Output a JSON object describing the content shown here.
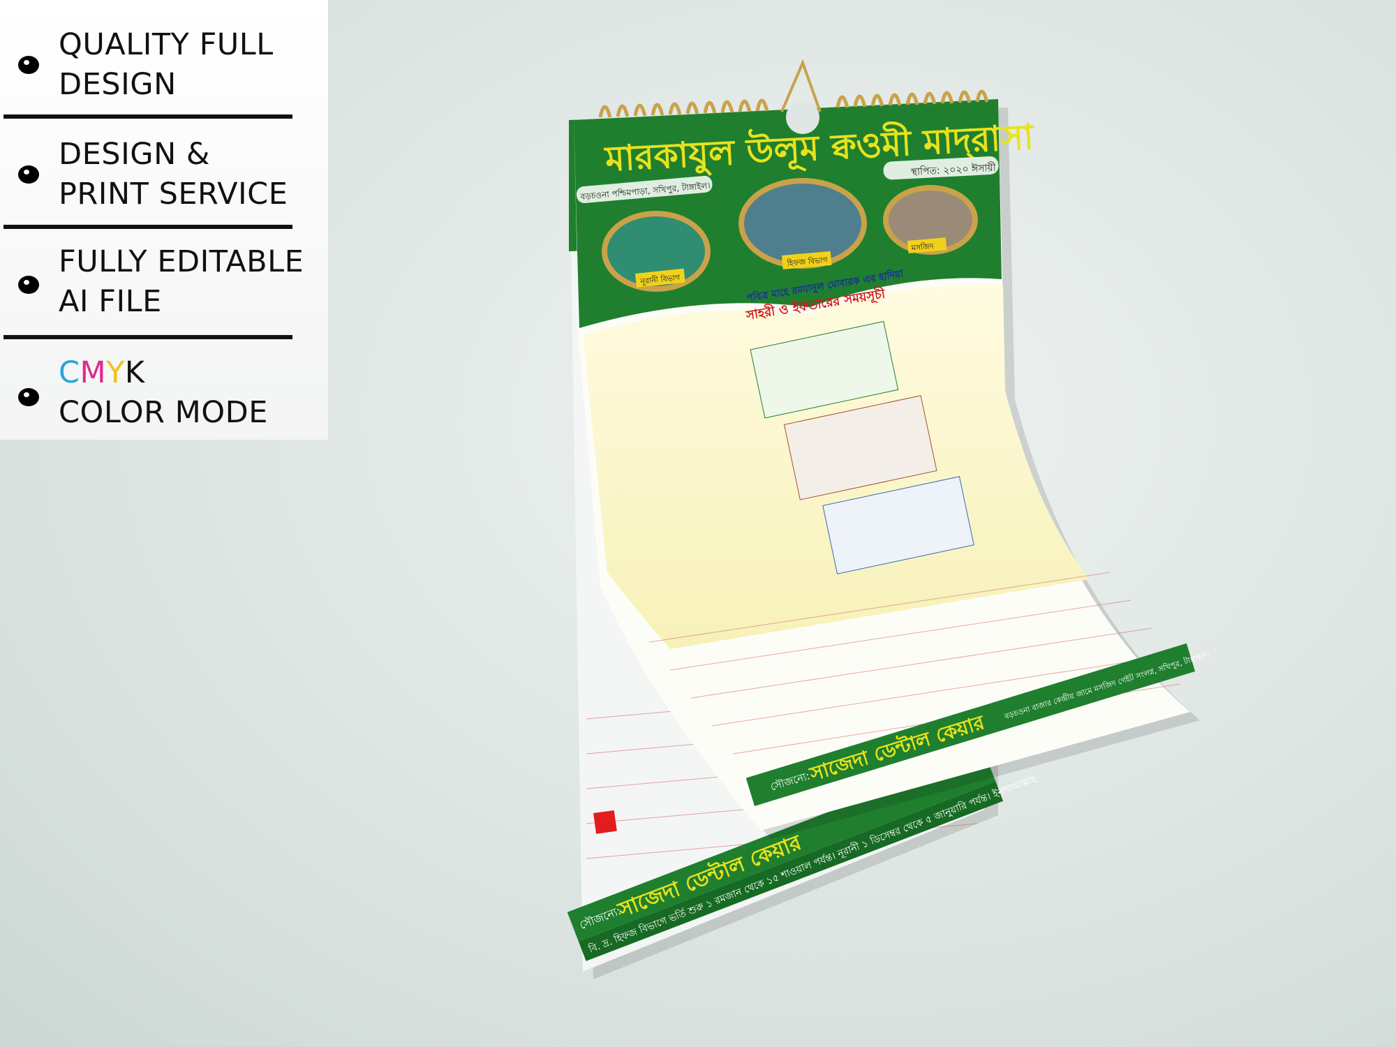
{
  "features": [
    {
      "line1": "QUALITY FULL",
      "line2": "DESIGN"
    },
    {
      "line1": "DESIGN &",
      "line2": "PRINT SERVICE"
    },
    {
      "line1": "FULLY EDITABLE",
      "line2": "AI FILE"
    }
  ],
  "cmyk": {
    "c": "C",
    "m": "M",
    "y": "Y",
    "k": "K",
    "line2": "COLOR MODE",
    "colors": {
      "c": "#22a7d6",
      "m": "#e0288f",
      "y": "#f2c21b",
      "k": "#111111"
    }
  },
  "calendar": {
    "title": "মারকাযুল উলূম ক্বওমী মাদ্‌রাসা",
    "established": "স্থাপিত: ২০২০ ঈসায়ী",
    "address": "বড়চওনা পশ্চিমপাড়া, সখিপুর, টাঙ্গাইল।",
    "photos": [
      "নূরানী বিভাগ",
      "হিফজ বিভাগ",
      "মসজিদ"
    ],
    "ramadan_heading": "পবিত্র মাহে রমযানুল মোবারক এর হাদিয়া",
    "ramadan_subheading": "সাহরী ও ইফতারের সময়সূচী",
    "sponsor_label": "সৌজন্যে:",
    "sponsor_name": "সাজেদা ডেন্টাল কেয়ার",
    "sponsor_address": "বড়চওনা বাজার কেন্দ্রীয় জামে মসজিদ গেইট সংলগ্ন, সখিপুর, টাঙ্গাইল।",
    "notice": "বি. দ্র. হিফজ বিভাগে ভর্তি শুরু ১ রমজান থেকে ১৫ শাওয়াল পর্যন্ত। নূরানী ১ ডিসেম্বর থেকে ৫ জানুয়ারি পর্যন্ত। ইনশাআল্লাহ",
    "colors": {
      "green": "#1f7f2e",
      "yellow": "#e8e21c",
      "gold": "#c9a24a"
    }
  }
}
